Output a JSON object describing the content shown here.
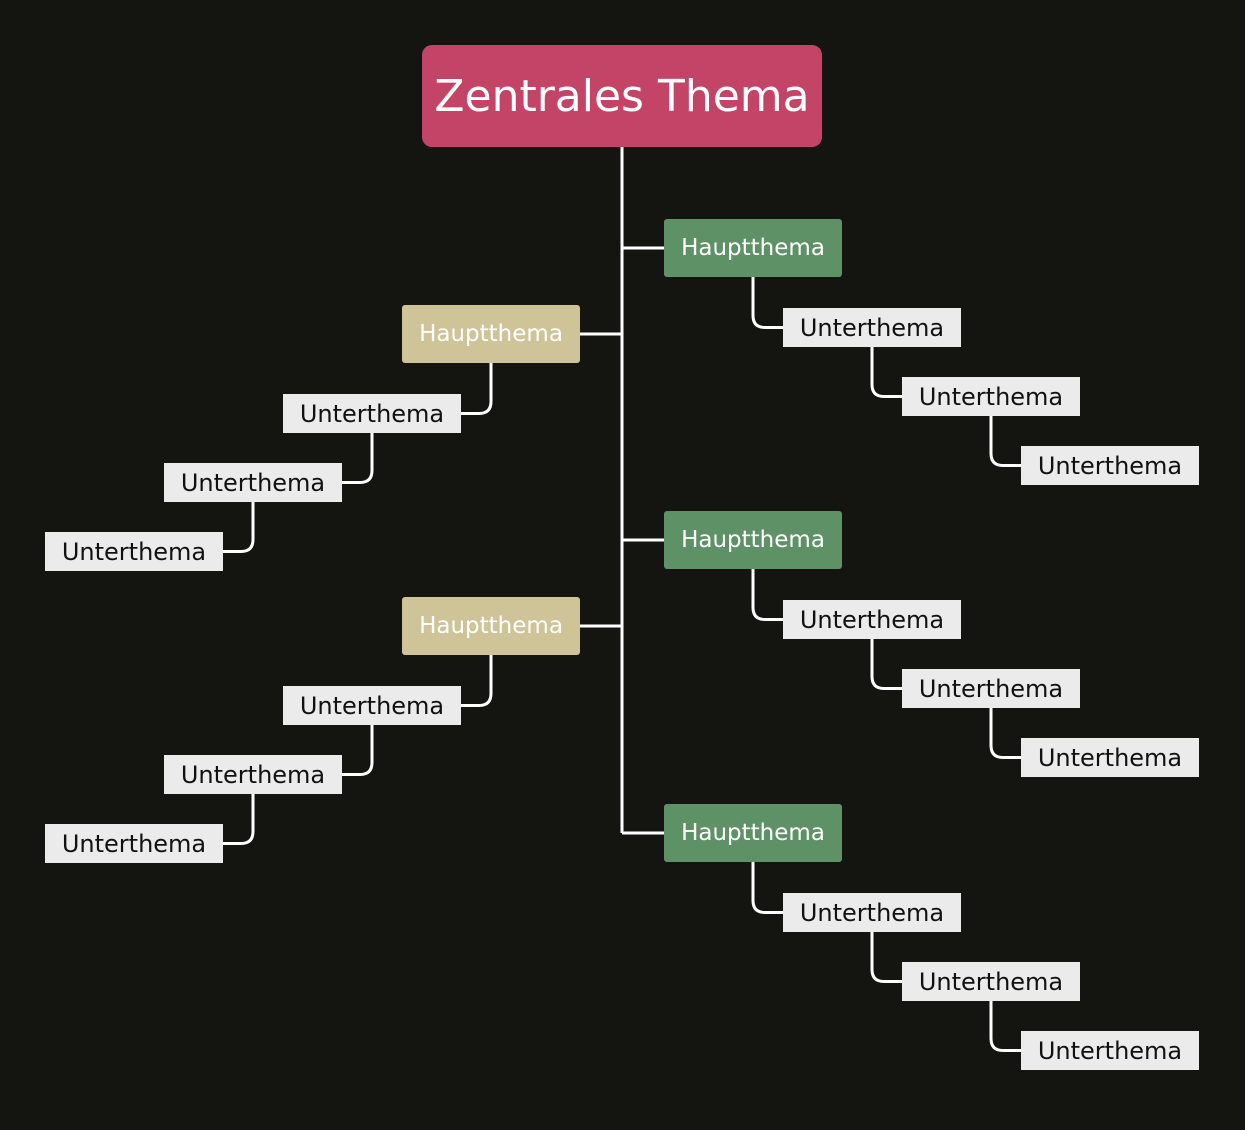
{
  "colors": {
    "background": "#141410",
    "connector": "#ffffff",
    "central": "#c34467",
    "main_right": "#5e9266",
    "main_left": "#cfc497",
    "sub": "#ebebeb"
  },
  "central": {
    "label": "Zentrales Thema"
  },
  "main_topics": [
    {
      "label": "Hauptthema",
      "side": "right",
      "subtopics": [
        "Unterthema",
        "Unterthema",
        "Unterthema"
      ]
    },
    {
      "label": "Hauptthema",
      "side": "left",
      "subtopics": [
        "Unterthema",
        "Unterthema",
        "Unterthema"
      ]
    },
    {
      "label": "Hauptthema",
      "side": "right",
      "subtopics": [
        "Unterthema",
        "Unterthema",
        "Unterthema"
      ]
    },
    {
      "label": "Hauptthema",
      "side": "left",
      "subtopics": [
        "Unterthema",
        "Unterthema",
        "Unterthema"
      ]
    },
    {
      "label": "Hauptthema",
      "side": "right",
      "subtopics": [
        "Unterthema",
        "Unterthema",
        "Unterthema"
      ]
    }
  ]
}
